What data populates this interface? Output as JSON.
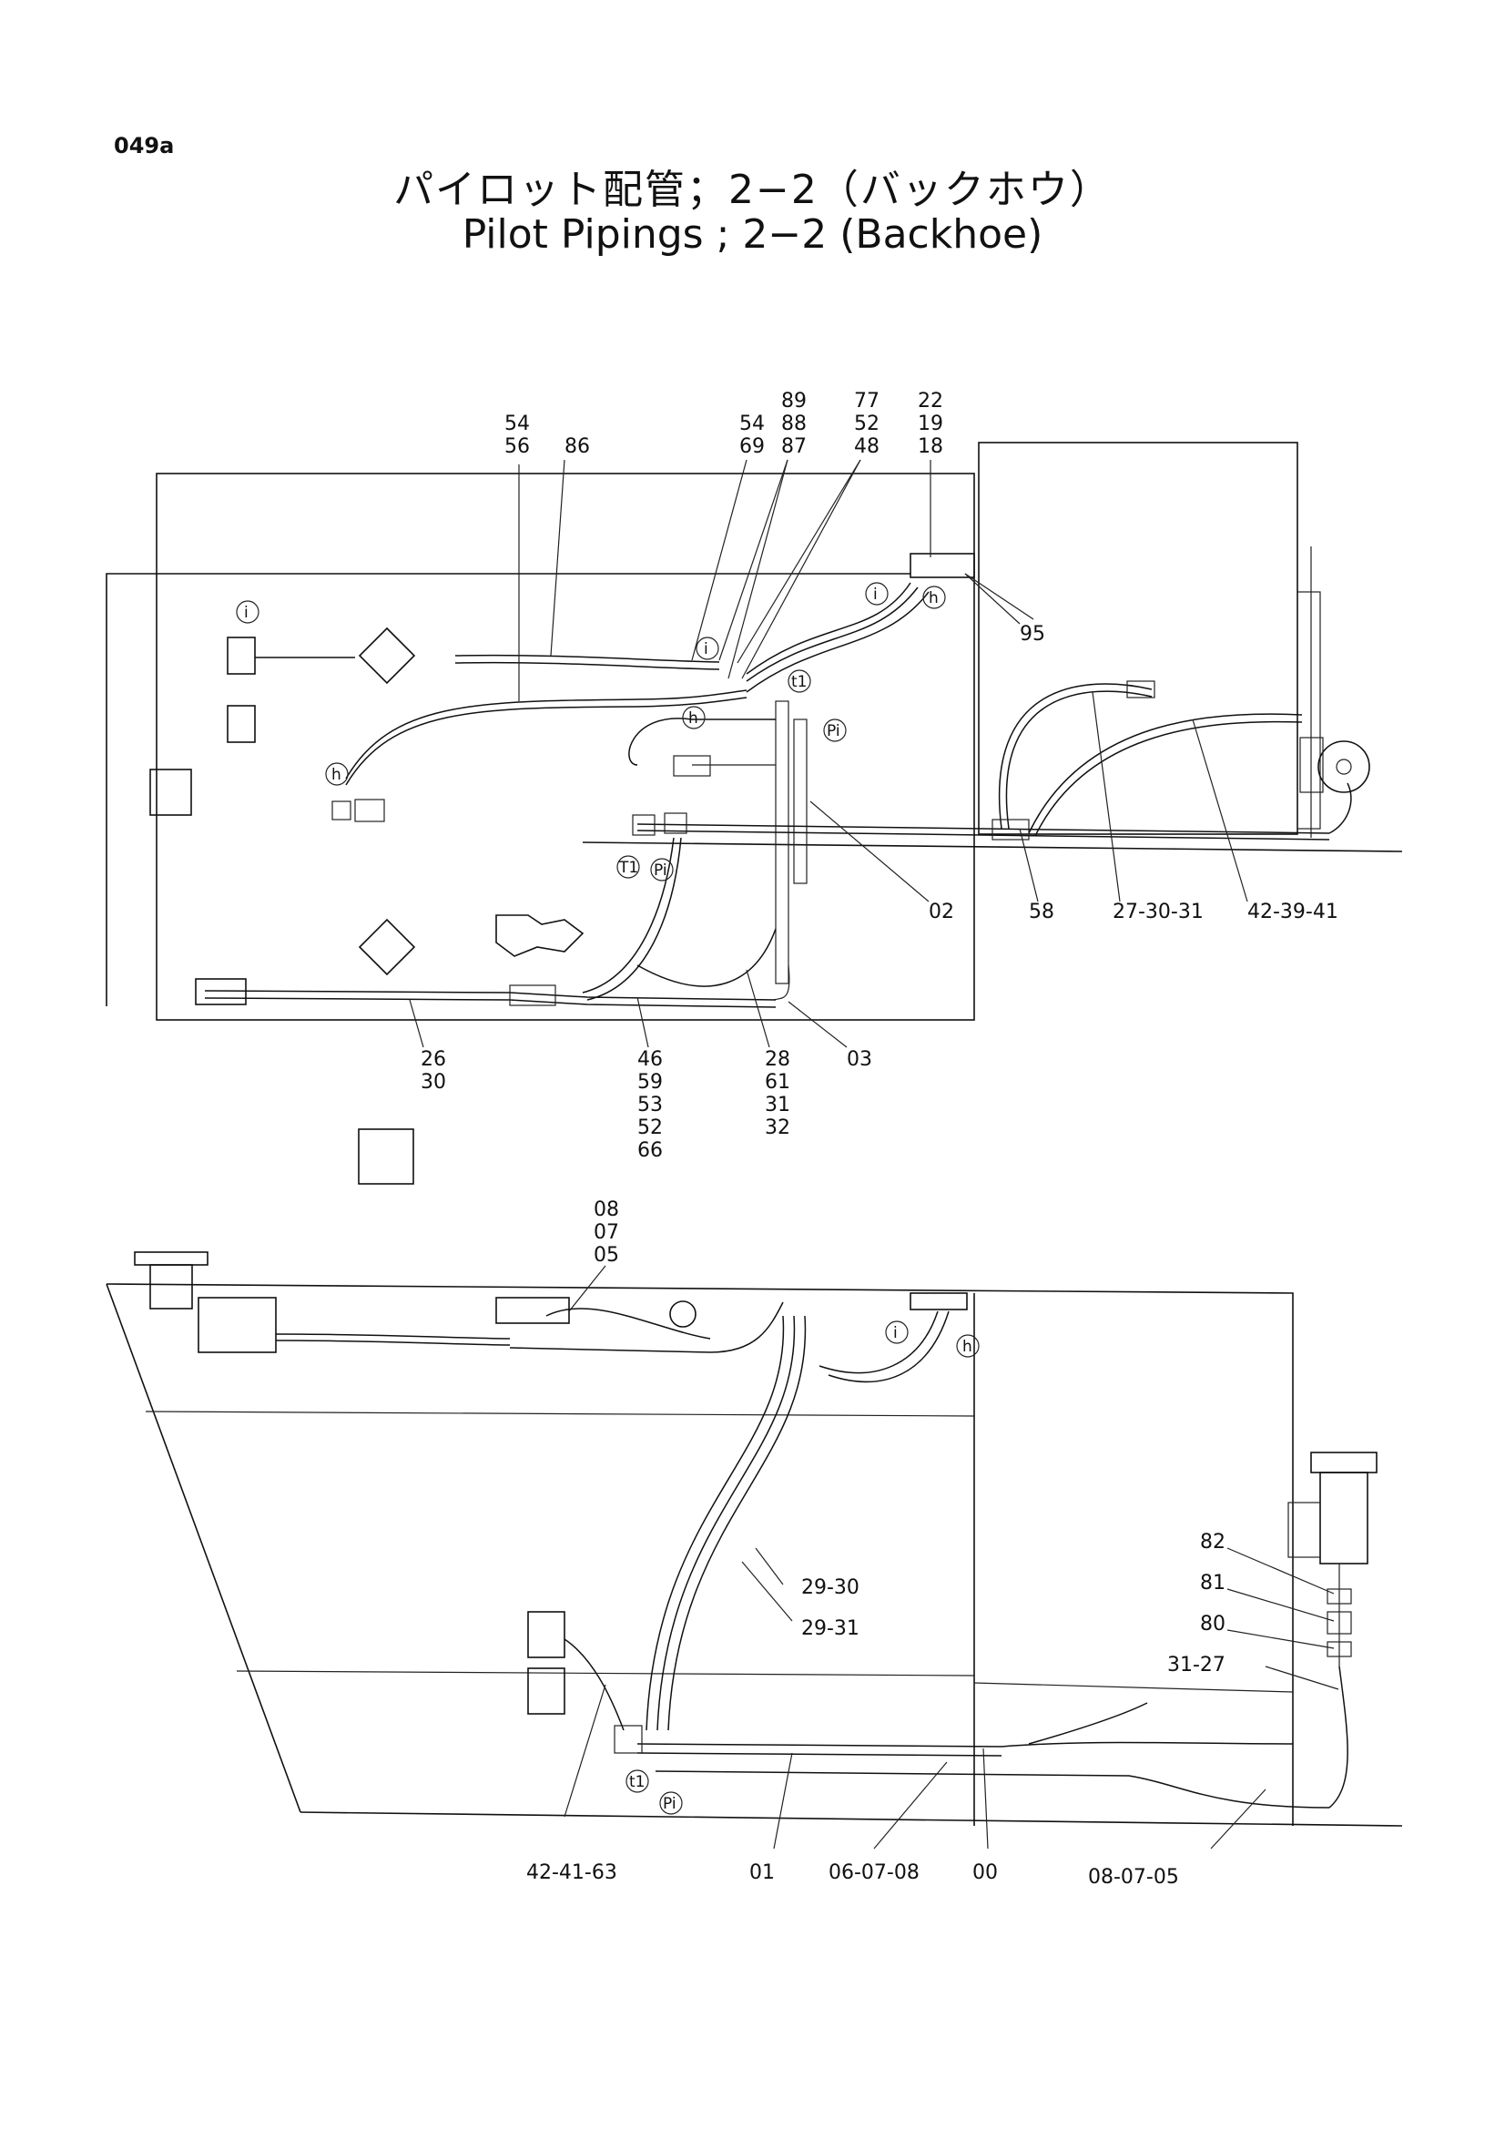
{
  "page_code": "049a",
  "title_jp": "パイロット配管；2−2（バックホウ）",
  "title_en": "Pilot Pipings ; 2−2 (Backhoe)",
  "top_callouts": {
    "c54a": "54",
    "c56": "56",
    "c86": "86",
    "c54b": "54",
    "c69": "69",
    "c89": "89",
    "c88": "88",
    "c87": "87",
    "c77": "77",
    "c52a": "52",
    "c48": "48",
    "c22": "22",
    "c19": "19",
    "c18": "18",
    "c95": "95",
    "c02": "02",
    "c58": "58",
    "c273031": "27-30-31",
    "c423941": "42-39-41",
    "c26": "26",
    "c30": "30",
    "c46": "46",
    "c59": "59",
    "c53": "53",
    "c52b": "52",
    "c66": "66",
    "c28": "28",
    "c61": "61",
    "c31": "31",
    "c32": "32",
    "c03": "03"
  },
  "bottom_callouts": {
    "c08": "08",
    "c07": "07",
    "c05": "05",
    "c2930": "29-30",
    "c2931": "29-31",
    "c82": "82",
    "c81": "81",
    "c80": "80",
    "c3127": "31-27",
    "c424163": "42-41-63",
    "c01": "01",
    "c060708": "06-07-08",
    "c00": "00",
    "c080705": "08-07-05"
  },
  "port_marks": {
    "i": "i",
    "h": "h",
    "t1": "t1",
    "pi": "Pi",
    "T1": "T1"
  }
}
